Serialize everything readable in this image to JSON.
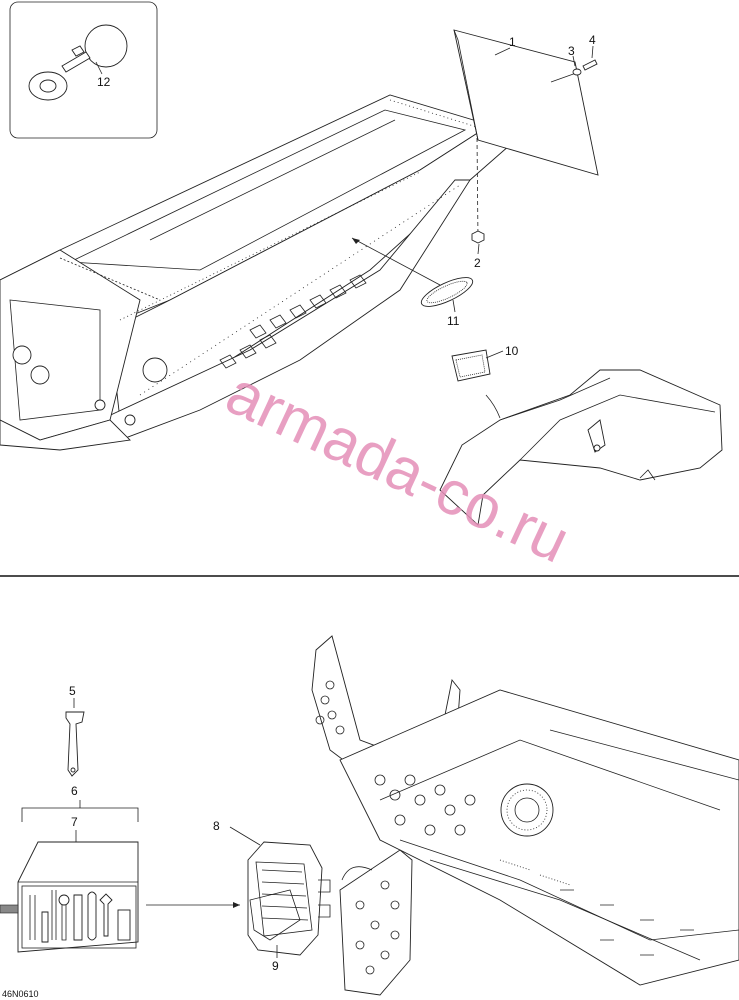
{
  "callouts": {
    "c1": "1",
    "c2": "2",
    "c3": "3",
    "c4": "4",
    "c5": "5",
    "c6": "6",
    "c7": "7",
    "c8": "8",
    "c9": "9",
    "c10": "10",
    "c11": "11",
    "c12": "12"
  },
  "watermark": "armada-co.ru",
  "drawing_code": "46N0610"
}
